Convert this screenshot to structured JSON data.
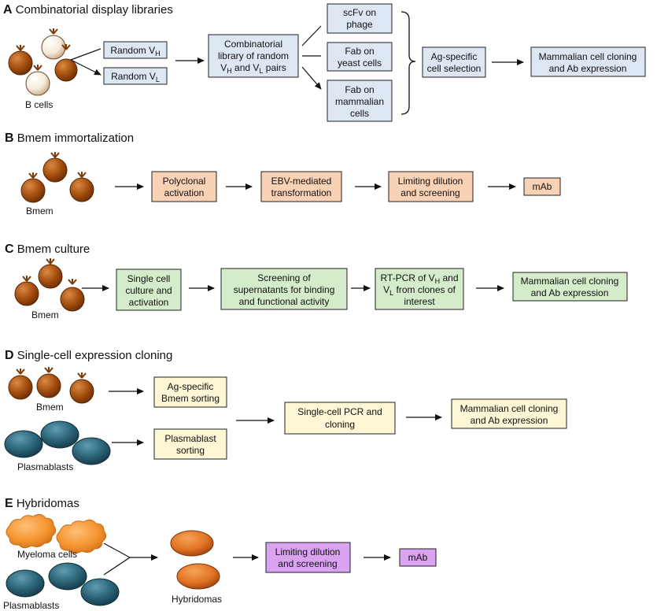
{
  "panels": [
    {
      "letter": "A",
      "title": "Combinatorial display libraries",
      "cells_label": "B cells",
      "boxes": [
        {
          "id": "vh",
          "lines": [
            {
              "t": "Random V",
              "sub": "H"
            }
          ]
        },
        {
          "id": "vl",
          "lines": [
            {
              "t": "Random V",
              "sub": "L"
            }
          ]
        },
        {
          "id": "lib",
          "lines": [
            {
              "t": "Combinatorial"
            },
            {
              "t": "library of random"
            },
            {
              "t": "V",
              "sub": "H",
              "rest": " and V",
              "sub2": "L",
              "rest2": " pairs"
            }
          ]
        },
        {
          "id": "scfv",
          "lines": [
            {
              "t": "scFv on"
            },
            {
              "t": "phage"
            }
          ]
        },
        {
          "id": "fabyeast",
          "lines": [
            {
              "t": "Fab on"
            },
            {
              "t": "yeast cells"
            }
          ]
        },
        {
          "id": "fabmam",
          "lines": [
            {
              "t": "Fab on"
            },
            {
              "t": "mammalian"
            },
            {
              "t": "cells"
            }
          ]
        },
        {
          "id": "agsel",
          "lines": [
            {
              "t": "Ag-specific"
            },
            {
              "t": "cell selection"
            }
          ]
        },
        {
          "id": "mamA",
          "lines": [
            {
              "t": "Mammalian cell cloning"
            },
            {
              "t": "and Ab expression"
            }
          ]
        }
      ]
    },
    {
      "letter": "B",
      "title": "Bmem immortalization",
      "cells_label": "Bmem",
      "boxes": [
        {
          "id": "poly",
          "lines": [
            {
              "t": "Polyclonal"
            },
            {
              "t": "activation"
            }
          ]
        },
        {
          "id": "ebv",
          "lines": [
            {
              "t": "EBV-mediated"
            },
            {
              "t": "transformation"
            }
          ]
        },
        {
          "id": "limB",
          "lines": [
            {
              "t": "Limiting dilution"
            },
            {
              "t": "and screening"
            }
          ]
        },
        {
          "id": "mabB",
          "lines": [
            {
              "t": "mAb"
            }
          ]
        }
      ]
    },
    {
      "letter": "C",
      "title": "Bmem culture",
      "cells_label": "Bmem",
      "boxes": [
        {
          "id": "single",
          "lines": [
            {
              "t": "Single cell"
            },
            {
              "t": "culture and"
            },
            {
              "t": "activation"
            }
          ]
        },
        {
          "id": "screen",
          "lines": [
            {
              "t": "Screening of"
            },
            {
              "t": "supernatants for binding"
            },
            {
              "t": "and functional activity"
            }
          ]
        },
        {
          "id": "rtpcr",
          "lines": [
            {
              "t": "RT-PCR of V",
              "sub": "H",
              "rest": " and"
            },
            {
              "t": "V",
              "sub": "L",
              "rest": " from clones of"
            },
            {
              "t": "interest"
            }
          ]
        },
        {
          "id": "mamC",
          "lines": [
            {
              "t": "Mammalian cell cloning"
            },
            {
              "t": "and Ab expression"
            }
          ]
        }
      ]
    },
    {
      "letter": "D",
      "title": "Single-cell expression cloning",
      "cells_label": "Bmem",
      "cells_label2": "Plasmablasts",
      "boxes": [
        {
          "id": "agbmem",
          "lines": [
            {
              "t": "Ag-specific"
            },
            {
              "t": "Bmem sorting"
            }
          ]
        },
        {
          "id": "plsort",
          "lines": [
            {
              "t": "Plasmablast"
            },
            {
              "t": "sorting"
            }
          ]
        },
        {
          "id": "scpcr",
          "lines": [
            {
              "t": "Single-cell  PCR and"
            },
            {
              "t": "cloning"
            }
          ]
        },
        {
          "id": "mamD",
          "lines": [
            {
              "t": "Mammalian cell cloning"
            },
            {
              "t": "and Ab expression"
            }
          ]
        }
      ]
    },
    {
      "letter": "E",
      "title": "Hybridomas",
      "cells_label": "Myeloma cells",
      "cells_label2": "Plasmablasts",
      "cells_label3": "Hybridomas",
      "boxes": [
        {
          "id": "limE",
          "lines": [
            {
              "t": "Limiting dilution"
            },
            {
              "t": "and screening"
            }
          ]
        },
        {
          "id": "mabE",
          "lines": [
            {
              "t": "mAb"
            }
          ]
        }
      ]
    }
  ],
  "colors": {
    "blue_box": "#dde6f3",
    "peach_box": "#f9d2b6",
    "green_box": "#d4ecc9",
    "yellow_box": "#fdf7d6",
    "purple_box": "#d9a3f0",
    "bcell": "#a8500f",
    "bcell_light": "#f6ead8",
    "plasmablast": "#2c6478",
    "myeloma": "#f4932e",
    "hybridoma": "#e27322"
  }
}
